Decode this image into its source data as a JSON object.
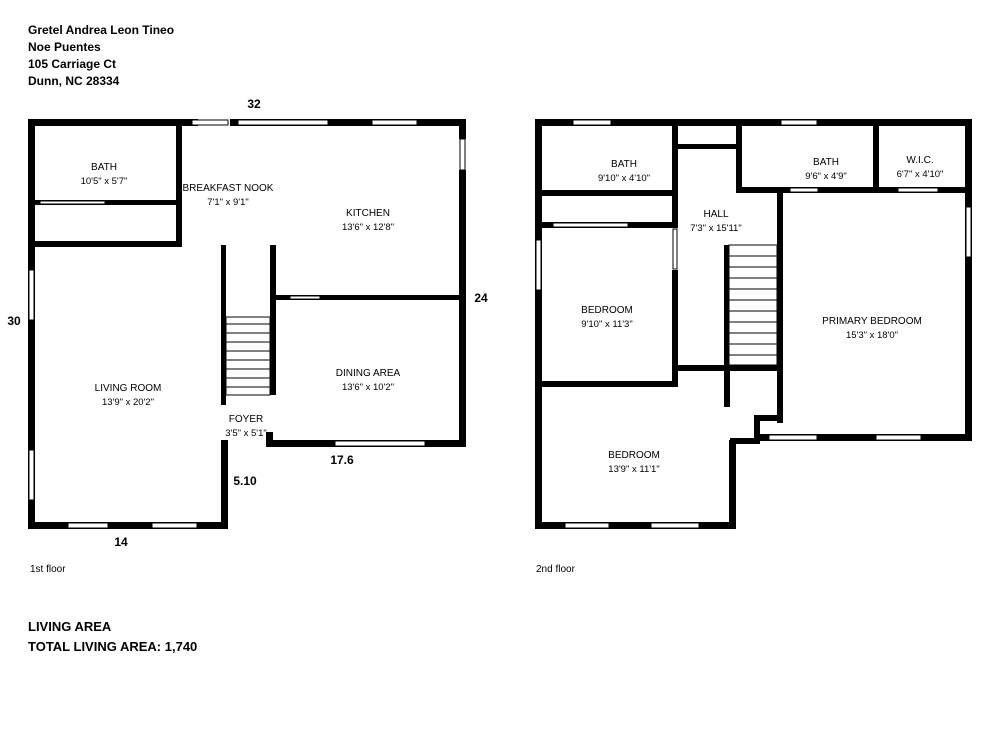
{
  "header": {
    "name": "Gretel Andrea Leon Tineo",
    "name2": "Noe Puentes",
    "street": "105 Carriage Ct",
    "city": "Dunn, NC 28334"
  },
  "floor1": {
    "label": "1st floor",
    "rooms": {
      "bath": {
        "name": "BATH",
        "dim": "10'5\" x 5'7\""
      },
      "breakfast_nook": {
        "name": "BREAKFAST NOOK",
        "dim": "7'1\" x 9'1\""
      },
      "kitchen": {
        "name": "KITCHEN",
        "dim": "13'6\" x 12'8\""
      },
      "living_room": {
        "name": "LIVING ROOM",
        "dim": "13'9\" x 20'2\""
      },
      "dining_area": {
        "name": "DINING AREA",
        "dim": "13'6\" x 10'2\""
      },
      "foyer": {
        "name": "FOYER",
        "dim": "3'5\" x 5'1\""
      }
    },
    "measures": {
      "top": "32",
      "left": "30",
      "right": "24",
      "dining_bottom": "17.6",
      "foyer_side": "5.10",
      "bottom": "14"
    }
  },
  "floor2": {
    "label": "2nd floor",
    "rooms": {
      "bath_left": {
        "name": "BATH",
        "dim": "9'10\" x 4'10\""
      },
      "bath_right": {
        "name": "BATH",
        "dim": "9'6\" x 4'9\""
      },
      "wic": {
        "name": "W.I.C.",
        "dim": "6'7\" x 4'10\""
      },
      "hall": {
        "name": "HALL",
        "dim": "7'3\" x 15'11\""
      },
      "bedroom_mid": {
        "name": "BEDROOM",
        "dim": "9'10\" x 11'3\""
      },
      "primary_bedroom": {
        "name": "PRIMARY BEDROOM",
        "dim": "15'3\" x 18'0\""
      },
      "bedroom_bottom": {
        "name": "BEDROOM",
        "dim": "13'9\" x 11'1\""
      }
    }
  },
  "living_area": {
    "title": "LIVING AREA",
    "total": "TOTAL LIVING AREA: 1,740"
  }
}
